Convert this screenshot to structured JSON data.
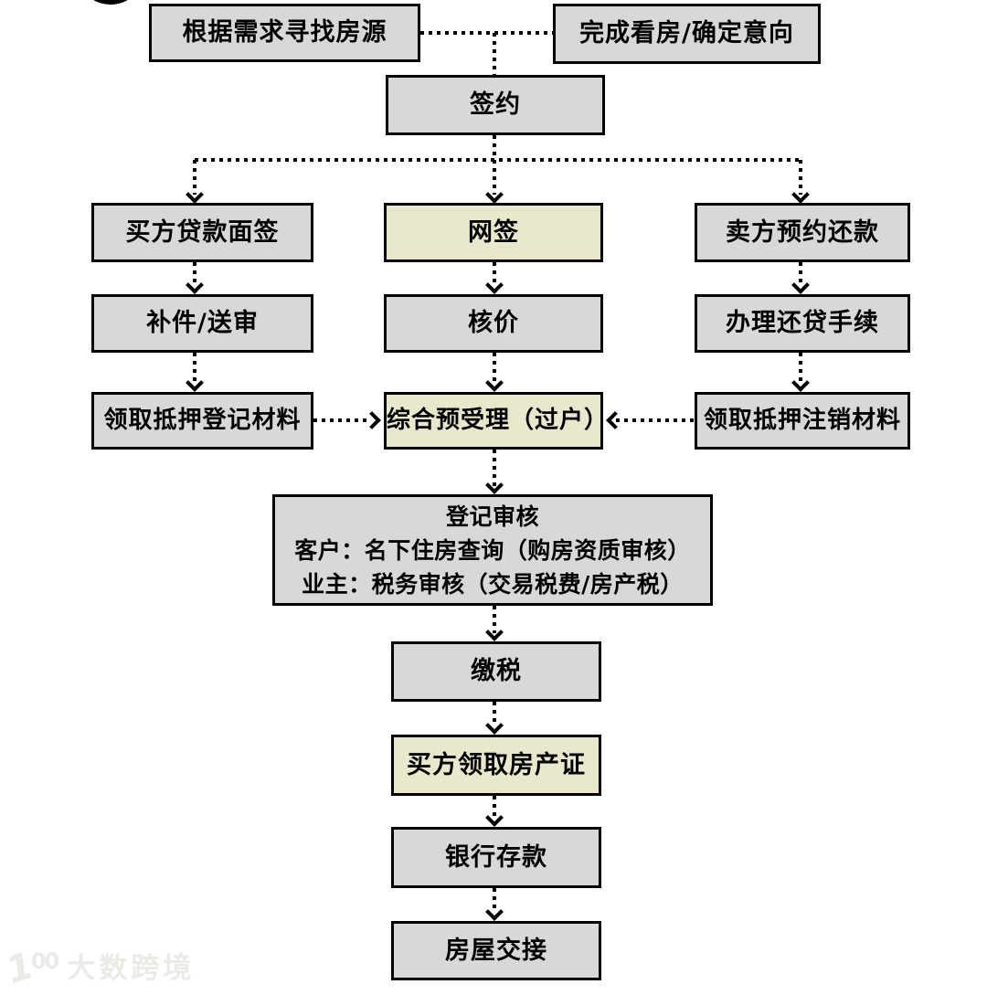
{
  "flowchart": {
    "nodes": {
      "find_house": "根据需求寻找房源",
      "confirm_intent": "完成看房/确定意向",
      "sign_contract": "签约",
      "buyer_loan_interview": "买方贷款面签",
      "online_sign": "网签",
      "seller_repay_appointment": "卖方预约还款",
      "supplement_review": "补件/送审",
      "price_verification": "核价",
      "repay_procedure": "办理还贷手续",
      "mortgage_registration_materials": "领取抵押登记材料",
      "comprehensive_pre_acceptance": "综合预受理（过户）",
      "mortgage_cancellation_materials": "领取抵押注销材料",
      "registration_review_title": "登记审核",
      "registration_review_buyer": "客户：名下住房查询（购房资质审核）",
      "registration_review_owner": "业主：税务审核（交易税费/房产税）",
      "pay_tax": "缴税",
      "buyer_get_certificate": "买方领取房产证",
      "bank_deposit": "银行存款",
      "house_handover": "房屋交接"
    },
    "colors": {
      "node_gray": "#d8d8d8",
      "node_highlight_yellow": "#e9e8cd",
      "border": "#000000",
      "background": "#ffffff"
    }
  },
  "watermark": {
    "logo_one": "1",
    "logo_zeros": "00",
    "text": "大数跨境"
  }
}
